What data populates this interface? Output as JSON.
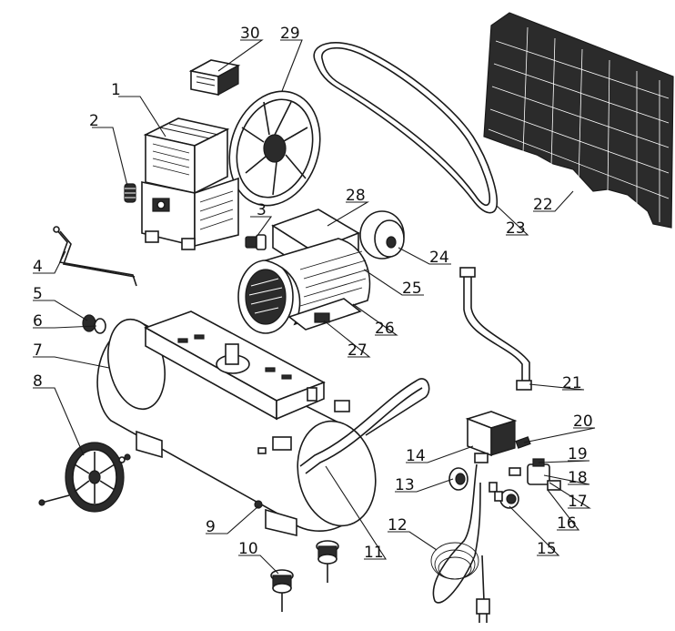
{
  "diagram": {
    "callouts": [
      {
        "id": "1",
        "label": "1"
      },
      {
        "id": "2",
        "label": "2"
      },
      {
        "id": "3",
        "label": "3"
      },
      {
        "id": "4",
        "label": "4"
      },
      {
        "id": "5",
        "label": "5"
      },
      {
        "id": "6",
        "label": "6"
      },
      {
        "id": "7",
        "label": "7"
      },
      {
        "id": "8",
        "label": "8"
      },
      {
        "id": "9",
        "label": "9"
      },
      {
        "id": "10",
        "label": "10"
      },
      {
        "id": "11",
        "label": "11"
      },
      {
        "id": "12",
        "label": "12"
      },
      {
        "id": "13",
        "label": "13"
      },
      {
        "id": "14",
        "label": "14"
      },
      {
        "id": "15",
        "label": "15"
      },
      {
        "id": "16",
        "label": "16"
      },
      {
        "id": "17",
        "label": "17"
      },
      {
        "id": "18",
        "label": "18"
      },
      {
        "id": "19",
        "label": "19"
      },
      {
        "id": "20",
        "label": "20"
      },
      {
        "id": "21",
        "label": "21"
      },
      {
        "id": "22",
        "label": "22"
      },
      {
        "id": "23",
        "label": "23"
      },
      {
        "id": "24",
        "label": "24"
      },
      {
        "id": "25",
        "label": "25"
      },
      {
        "id": "26",
        "label": "26"
      },
      {
        "id": "27",
        "label": "27"
      },
      {
        "id": "28",
        "label": "28"
      },
      {
        "id": "29",
        "label": "29"
      },
      {
        "id": "30",
        "label": "30"
      }
    ]
  }
}
